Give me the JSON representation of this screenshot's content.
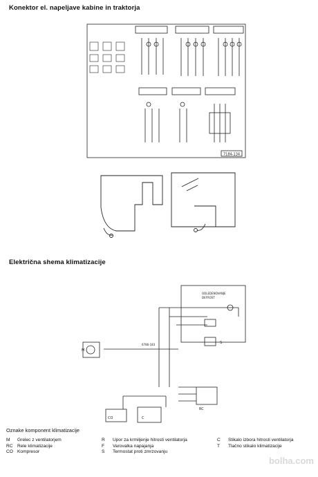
{
  "heading_connector": "Konektor el. napeljave kabine in traktorja",
  "heading_schematic": "Električna shema klimatizacije",
  "figure_code": "7184-134",
  "schematic_labels": {
    "box_title": "ODLEDENOVANJE",
    "box_subtitle": "DEFROST",
    "connector_code": "6786-183",
    "lead_m": "M",
    "lead_rc": "RC",
    "lead_s": "S",
    "lead_c": "C",
    "lead_co": "CO"
  },
  "legend": {
    "title": "Oznake komponent klimatizacije",
    "col1": [
      {
        "code": "M",
        "text": "Grelec z ventilatorjem"
      },
      {
        "code": "RC",
        "text": "Rele klimatizacije"
      },
      {
        "code": "CO",
        "text": "Kompresor"
      }
    ],
    "col2": [
      {
        "code": "R",
        "text": "Upor za krmiljenje hitrosti ventilatorja"
      },
      {
        "code": "F",
        "text": "Varovalka napajanja"
      },
      {
        "code": "S",
        "text": "Termostat proti zmrzovanju"
      }
    ],
    "col3": [
      {
        "code": "C",
        "text": "Stikalo izbora hitrosti ventilatorja"
      },
      {
        "code": "T",
        "text": "Tlačno stikalo klimatizacije"
      }
    ]
  },
  "watermark": "bolha.com"
}
